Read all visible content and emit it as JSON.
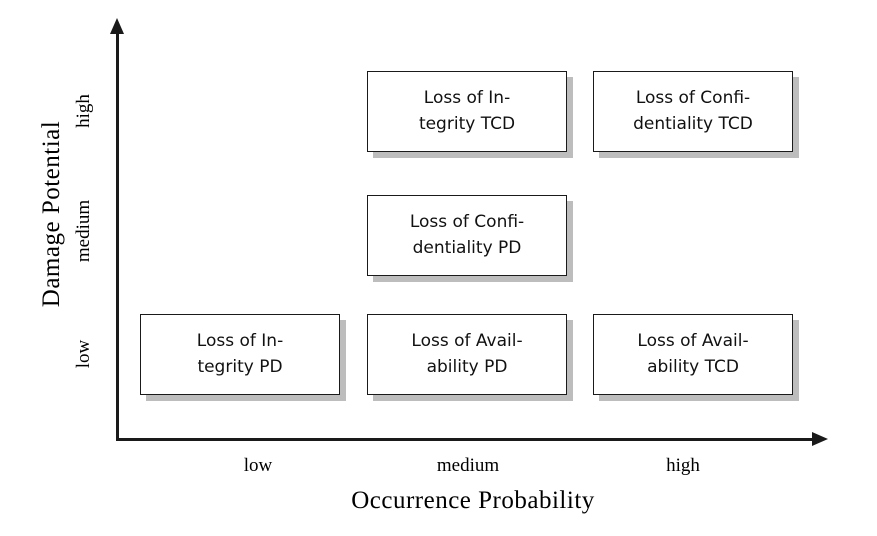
{
  "chart_data": {
    "type": "table",
    "title": "",
    "xlabel": "Occurrence Probability",
    "ylabel": "Damage Potential",
    "x_categories": [
      "low",
      "medium",
      "high"
    ],
    "y_categories": [
      "low",
      "medium",
      "high"
    ],
    "grid": false,
    "legend": "none",
    "axis_style": "arrow",
    "cells": [
      {
        "x": "medium",
        "y": "high",
        "line1": "Loss of In-",
        "line2": "tegrity TCD",
        "text": "Loss of Integrity TCD"
      },
      {
        "x": "high",
        "y": "high",
        "line1": "Loss of Confi-",
        "line2": "dentiality TCD",
        "text": "Loss of Confidentiality TCD"
      },
      {
        "x": "medium",
        "y": "medium",
        "line1": "Loss of Confi-",
        "line2": "dentiality PD",
        "text": "Loss of Confidentiality PD"
      },
      {
        "x": "low",
        "y": "low",
        "line1": "Loss of In-",
        "line2": "tegrity PD",
        "text": "Loss of Integrity PD"
      },
      {
        "x": "medium",
        "y": "low",
        "line1": "Loss of Avail-",
        "line2": "ability PD",
        "text": "Loss of Availability PD"
      },
      {
        "x": "high",
        "y": "low",
        "line1": "Loss of Avail-",
        "line2": "ability TCD",
        "text": "Loss of Availability TCD"
      }
    ],
    "empty_cells": [
      {
        "x": "low",
        "y": "high"
      },
      {
        "x": "high",
        "y": "medium"
      },
      {
        "x": "low",
        "y": "medium"
      }
    ]
  },
  "axes": {
    "y": {
      "title": "Damage Potential",
      "ticks": {
        "high": "high",
        "medium": "medium",
        "low": "low"
      }
    },
    "x": {
      "title": "Occurrence Probability",
      "ticks": {
        "low": "low",
        "medium": "medium",
        "high": "high"
      }
    }
  },
  "colors": {
    "axis": "#1a1a1a",
    "box_border": "#1a1a1a",
    "box_fill": "#ffffff",
    "box_shadow": "#bdbdbd",
    "background": "#ffffff",
    "text": "#111111"
  }
}
